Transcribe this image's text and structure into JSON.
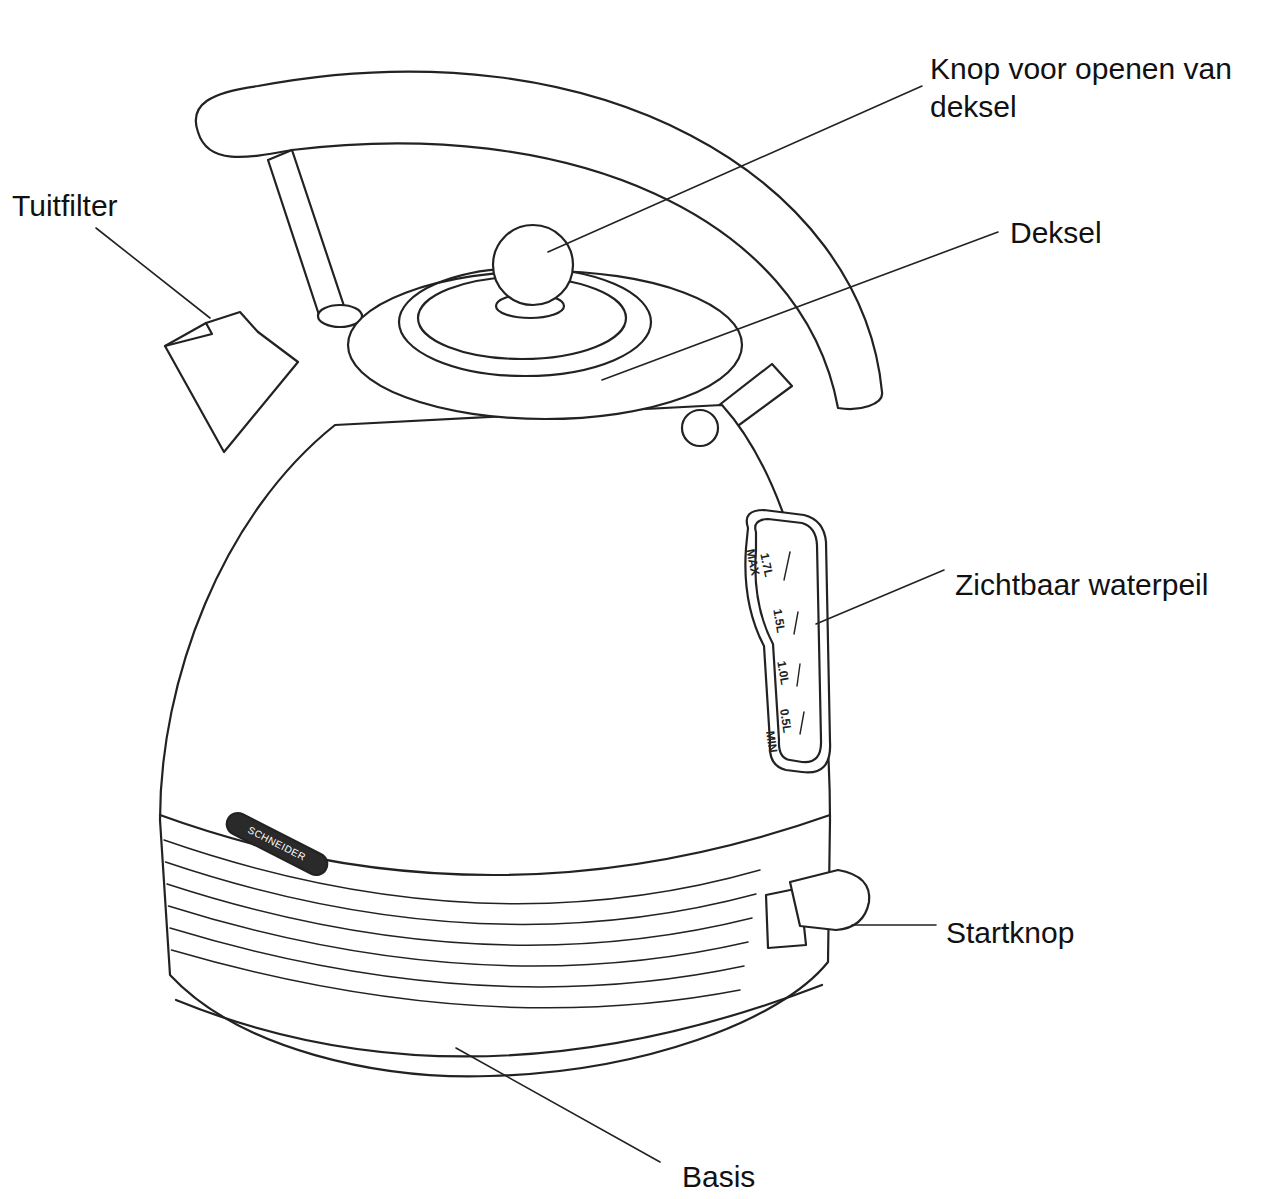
{
  "diagram": {
    "labels": [
      "Knop voor openen van deksel",
      "Deksel",
      "Tuitfilter",
      "Zichtbaar waterpeil",
      "Startknop",
      "Basis",
      "1.7L",
      "MAX",
      "1.5L",
      "1.0L",
      "0.5L",
      "MIN",
      "SCHNEIDER"
    ]
  }
}
